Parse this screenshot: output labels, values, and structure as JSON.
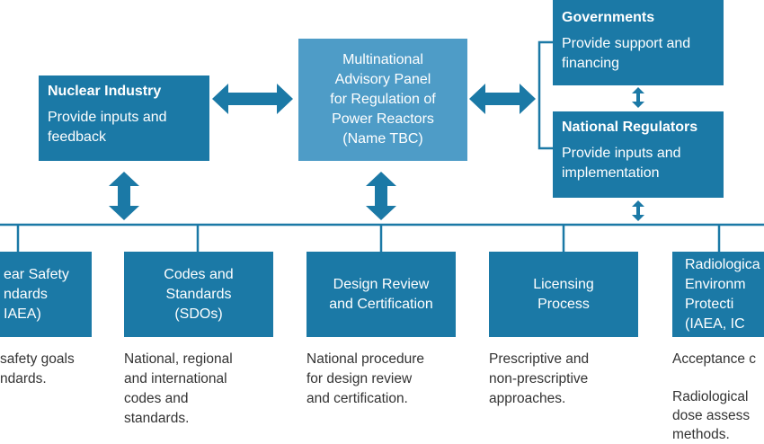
{
  "nodes": {
    "panel": "Multinational\nAdvisory Panel\nfor Regulation of\nPower Reactors\n(Name TBC)",
    "nuclear_industry": {
      "title": "Nuclear Industry",
      "desc": "Provide inputs and\nfeedback"
    },
    "governments": {
      "title": "Governments",
      "desc": "Provide support and\nfinancing"
    },
    "national_regulators": {
      "title": "National Regulators",
      "desc": "Provide inputs and\nimplementation"
    }
  },
  "bottom": [
    {
      "label": "ear Safety\nndards\nIAEA)",
      "desc": "safety goals\nndards."
    },
    {
      "label": "Codes and\nStandards\n(SDOs)",
      "desc": "National, regional\nand international\ncodes and\nstandards."
    },
    {
      "label": "Design Review\nand Certification",
      "desc": "National procedure\nfor design review\nand certification."
    },
    {
      "label": "Licensing\nProcess",
      "desc": "Prescriptive and\nnon-prescriptive\napproaches."
    },
    {
      "label": "Radiologica\nEnvironm\nProtecti\n(IAEA, IC",
      "desc": "Acceptance c\n\nRadiological\ndose assess\nmethods."
    }
  ],
  "colors": {
    "primary": "#1b79a6",
    "light": "#4e9cc7",
    "arrow": "#1b79a6",
    "text": "#333333"
  }
}
